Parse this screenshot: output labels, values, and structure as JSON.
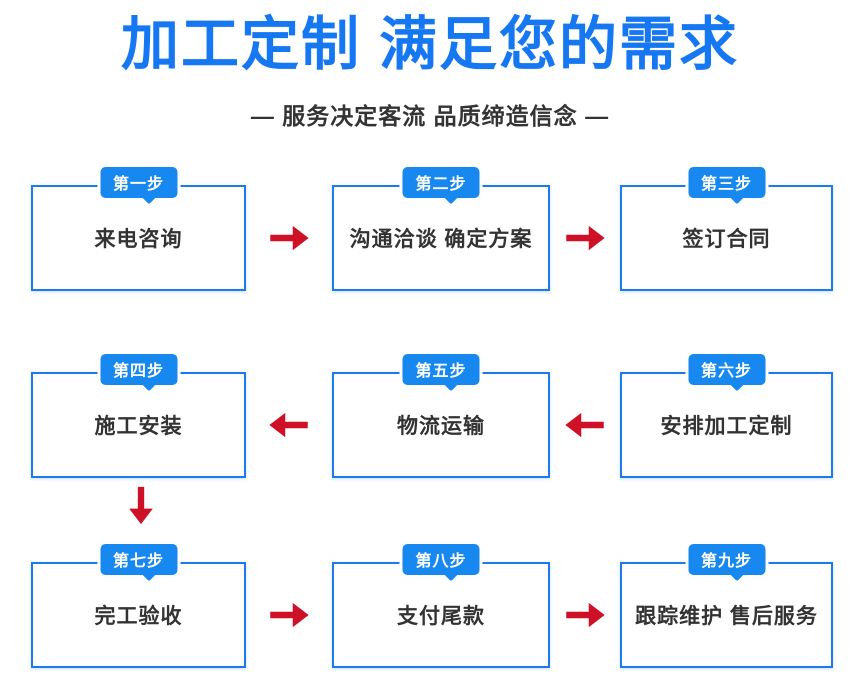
{
  "header": {
    "title": "加工定制 满足您的需求",
    "subtitle": "— 服务决定客流 品质缔造信念 —"
  },
  "steps": [
    {
      "badge": "第一步",
      "label": "来电咨询"
    },
    {
      "badge": "第二步",
      "label": "沟通洽谈 确定方案"
    },
    {
      "badge": "第三步",
      "label": "签订合同"
    },
    {
      "badge": "第四步",
      "label": "施工安装"
    },
    {
      "badge": "第五步",
      "label": "物流运输"
    },
    {
      "badge": "第六步",
      "label": "安排加工定制"
    },
    {
      "badge": "第七步",
      "label": "完工验收"
    },
    {
      "badge": "第八步",
      "label": "支付尾款"
    },
    {
      "badge": "第九步",
      "label": "跟踪维护 售后服务"
    }
  ],
  "connectors": [
    {
      "from": "第一步",
      "to": "第二步",
      "icon": "arrow-right-icon"
    },
    {
      "from": "第二步",
      "to": "第三步",
      "icon": "arrow-right-icon"
    },
    {
      "from": "第五步",
      "to": "第四步",
      "icon": "arrow-left-icon"
    },
    {
      "from": "第六步",
      "to": "第五步",
      "icon": "arrow-left-icon"
    },
    {
      "from": "第四步",
      "to": "第七步",
      "icon": "arrow-down-icon"
    },
    {
      "from": "第七步",
      "to": "第八步",
      "icon": "arrow-right-icon"
    },
    {
      "from": "第八步",
      "to": "第九步",
      "icon": "arrow-right-icon"
    }
  ],
  "colors": {
    "title_blue": "#1677f2",
    "box_border_blue": "#1b7af2",
    "badge_blue": "#1688f0",
    "arrow_red": "#ce1126",
    "text_dark": "#333333",
    "background": "#ffffff"
  }
}
